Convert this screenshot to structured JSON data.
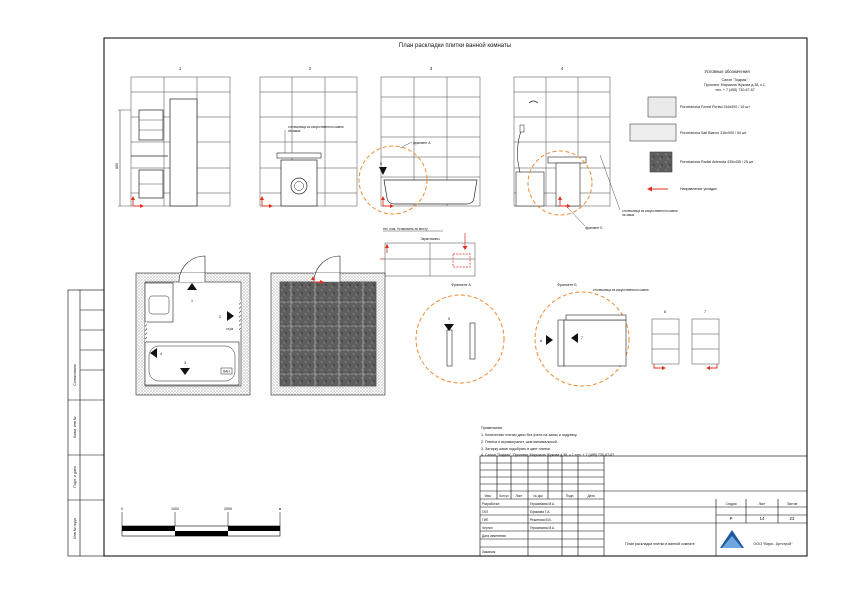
{
  "sheet": {
    "title": "План раскладки плитки ванной комнаты",
    "view_numbers": [
      "1",
      "2",
      "3",
      "4"
    ],
    "height_dimension": "800",
    "view2_note": [
      "столешница из искусственного камня",
      "на заказ"
    ],
    "view3_fragment": "фрагмент А",
    "view4_note": [
      "столешница из искусственного камня",
      "на заказ"
    ],
    "view4_fragment": "фрагмент Б",
    "mirror_note": "тех. пом. Установить по месту",
    "mirror_label": "Экран ванны",
    "fragment_a_title": "Фрагмент А",
    "fragment_b_title": "Фрагмент Б",
    "fragment_b_note": "столешница из искусственного камня",
    "fragment_labels": [
      "5",
      "6",
      "7"
    ],
    "side_labels": [
      "6",
      "7"
    ],
    "plan_labels": [
      "1",
      "2",
      "3",
      "4"
    ],
    "plan_door_text": "ст.ра",
    "plan_bath_text": "ВАН"
  },
  "legend": {
    "title": "Условные обозначения",
    "salon": [
      "Салон \"Зодиак\",",
      "Проспект Маршала Жукова д.38, к.1,",
      "тел. + 7 (495) 730-67-67"
    ],
    "items": [
      {
        "label": "Porcelanosa Forest Perlad 316x592 / 15 шт"
      },
      {
        "label": "Porcelanosa Safi Blanco 316x900 / 54 шт"
      },
      {
        "label": "Porcelanosa Radial Antracita 435x435 / 25 шт"
      }
    ],
    "direction_label": "Направление укладки",
    "tile_colors": {
      "light": "#eaeaea",
      "dark": "#5e5e5e",
      "accent": "#e03020",
      "circle": "#f08a30"
    }
  },
  "notes": {
    "title": "Примечания:",
    "lines": [
      "1. Количество плитки дано без учета на запас и подрезку.",
      "2. Плитка и керамогранит, шов минимальный.",
      "3. Затирку швов подобрать в цвет плитки.",
      "4. Салон \"Зодиак\", Проспект Маршала Жукова д.38, к.1 тел. + 7 (495) 730-67-67"
    ]
  },
  "scale": {
    "labels": [
      "0",
      "1000",
      "2000"
    ],
    "unit": "м"
  },
  "side_stamp": {
    "labels": [
      "Согласовано",
      "Взам. инв.№",
      "Подп. и дата",
      "Инв.№ подл."
    ]
  },
  "title_block": {
    "header": [
      "Изм.",
      "Кол.уч",
      "Лист",
      "№ док",
      "Подп.",
      "Дата"
    ],
    "rows": [
      {
        "role": "Разработал",
        "name": "Герасимова М.А."
      },
      {
        "role": "ГАП",
        "name": "Ефимова Т.А."
      },
      {
        "role": "ГИП",
        "name": "Решетова В.В."
      },
      {
        "role": "Чертил",
        "name": "Герасимова М.А."
      },
      {
        "role": "Дата изменения",
        "name": ""
      },
      {
        "role": "Заказчик",
        "name": ""
      }
    ],
    "stage_label": "Стадия",
    "sheet_label": "Лист",
    "sheets_label": "Листов",
    "stage": "Р",
    "sheet": "14",
    "sheets": "23",
    "drawing_name": "План раскладки плитки в ванной комнате",
    "company": "ООО \"Вира - Артстрой\""
  }
}
